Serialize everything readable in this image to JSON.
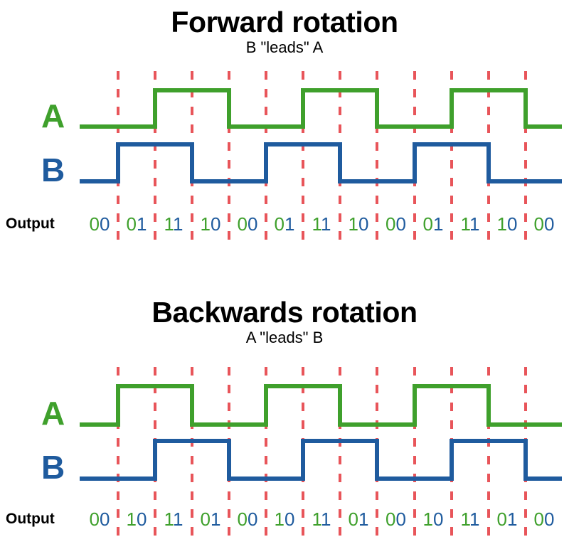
{
  "figure": {
    "background": "#ffffff",
    "colors": {
      "channel_a": "#3FA02C",
      "channel_b": "#1F5B9E",
      "marker": "#E8555A",
      "text": "#000000"
    }
  },
  "sections": [
    {
      "id": "forward",
      "title": "Forward rotation",
      "subtitle": "B \"leads\" A",
      "channel_a_label": "A",
      "channel_b_label": "B",
      "output_label": "Output",
      "codes": [
        "00",
        "01",
        "11",
        "10",
        "00",
        "01",
        "11",
        "10",
        "00",
        "01",
        "11",
        "10",
        "00"
      ]
    },
    {
      "id": "backward",
      "title": "Backwards rotation",
      "subtitle": "A \"leads\" B",
      "channel_a_label": "A",
      "channel_b_label": "B",
      "output_label": "Output",
      "codes": [
        "00",
        "10",
        "11",
        "01",
        "00",
        "10",
        "11",
        "01",
        "00",
        "10",
        "11",
        "01",
        "00"
      ]
    }
  ],
  "chart_data": {
    "type": "line",
    "title": "Quadrature encoder A/B channel timing",
    "xlabel": "",
    "ylabel": "",
    "grid": "vertical dashed markers at every state transition",
    "legend": "none",
    "marker_x_positions": [
      166,
      218,
      270,
      322,
      374,
      426,
      478,
      530,
      583,
      635,
      687,
      739
    ],
    "plots": [
      {
        "name": "Forward rotation",
        "note": "B leads A; state sequence 00 -> 01 -> 11 -> 10",
        "series": [
          {
            "name": "A",
            "color": "#3FA02C",
            "levels": [
              0,
              0,
              1,
              1,
              0,
              0,
              1,
              1,
              0,
              0,
              1,
              1,
              0
            ],
            "transitions_at_marker": [
              2,
              4,
              6,
              8,
              10,
              12
            ]
          },
          {
            "name": "B",
            "color": "#1F5B9E",
            "levels": [
              0,
              1,
              1,
              0,
              0,
              1,
              1,
              0,
              0,
              1,
              1,
              0,
              0
            ],
            "transitions_at_marker": [
              1,
              3,
              5,
              7,
              9,
              11
            ]
          }
        ]
      },
      {
        "name": "Backwards rotation",
        "note": "A leads B; state sequence 00 -> 10 -> 11 -> 01",
        "series": [
          {
            "name": "A",
            "color": "#3FA02C",
            "levels": [
              0,
              1,
              1,
              0,
              0,
              1,
              1,
              0,
              0,
              1,
              1,
              0,
              0
            ],
            "transitions_at_marker": [
              1,
              3,
              5,
              7,
              9,
              11
            ]
          },
          {
            "name": "B",
            "color": "#1F5B9E",
            "levels": [
              0,
              0,
              1,
              1,
              0,
              0,
              1,
              1,
              0,
              0,
              1,
              1,
              0
            ],
            "transitions_at_marker": [
              2,
              4,
              6,
              8,
              10,
              12
            ]
          }
        ]
      }
    ]
  }
}
